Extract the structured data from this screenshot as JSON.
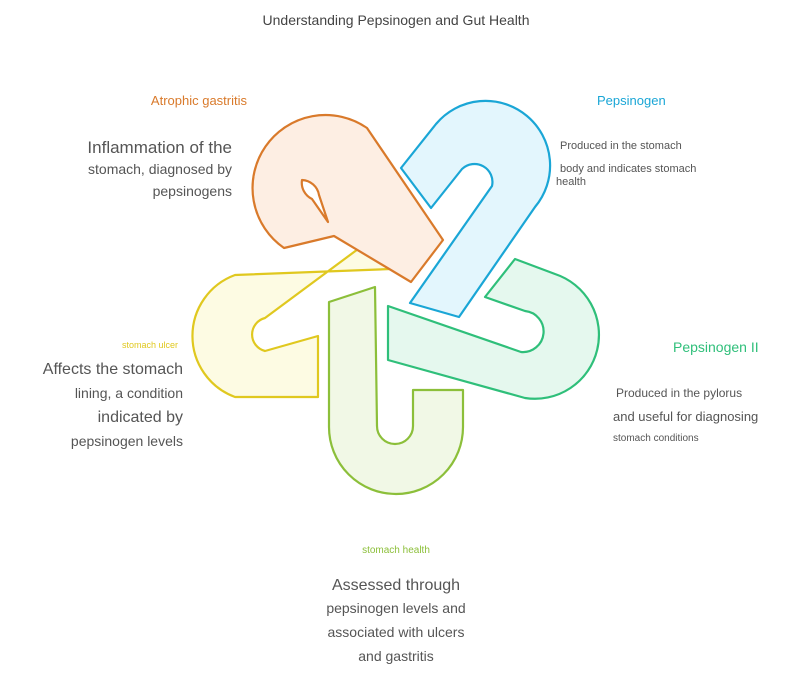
{
  "title": "Understanding Pepsinogen and Gut Health",
  "segments": [
    {
      "id": "atrophic-gastritis",
      "heading": "Atrophic gastritis",
      "color": "#d97a2b",
      "fill": "#fdeee3",
      "lines": [
        "Inflammation of the",
        "stomach, diagnosed by",
        "pepsinogens"
      ]
    },
    {
      "id": "pepsinogen",
      "heading": "Pepsinogen",
      "color": "#1aa6d6",
      "fill": "#e3f6fd",
      "lines": [
        "Produced in the stomach",
        "body and indicates stomach",
        "health"
      ]
    },
    {
      "id": "pepsinogen-ii",
      "heading": "Pepsinogen II",
      "color": "#2fbf7a",
      "fill": "#e5f8ee",
      "lines": [
        "Produced in the pylorus",
        "and useful for diagnosing",
        "stomach conditions"
      ]
    },
    {
      "id": "stomach-health",
      "heading": "stomach health",
      "color": "#8cbf3a",
      "fill": "#f1f8e6",
      "lines": [
        "Assessed through",
        "pepsinogen levels and",
        "associated with ulcers",
        "and gastritis"
      ]
    },
    {
      "id": "stomach-ulcer",
      "heading": "stomach ulcer",
      "color": "#e0c81f",
      "fill": "#fdfbe3",
      "lines": [
        "Affects the stomach",
        "lining, a condition",
        "indicated by",
        "pepsinogen levels"
      ]
    }
  ]
}
